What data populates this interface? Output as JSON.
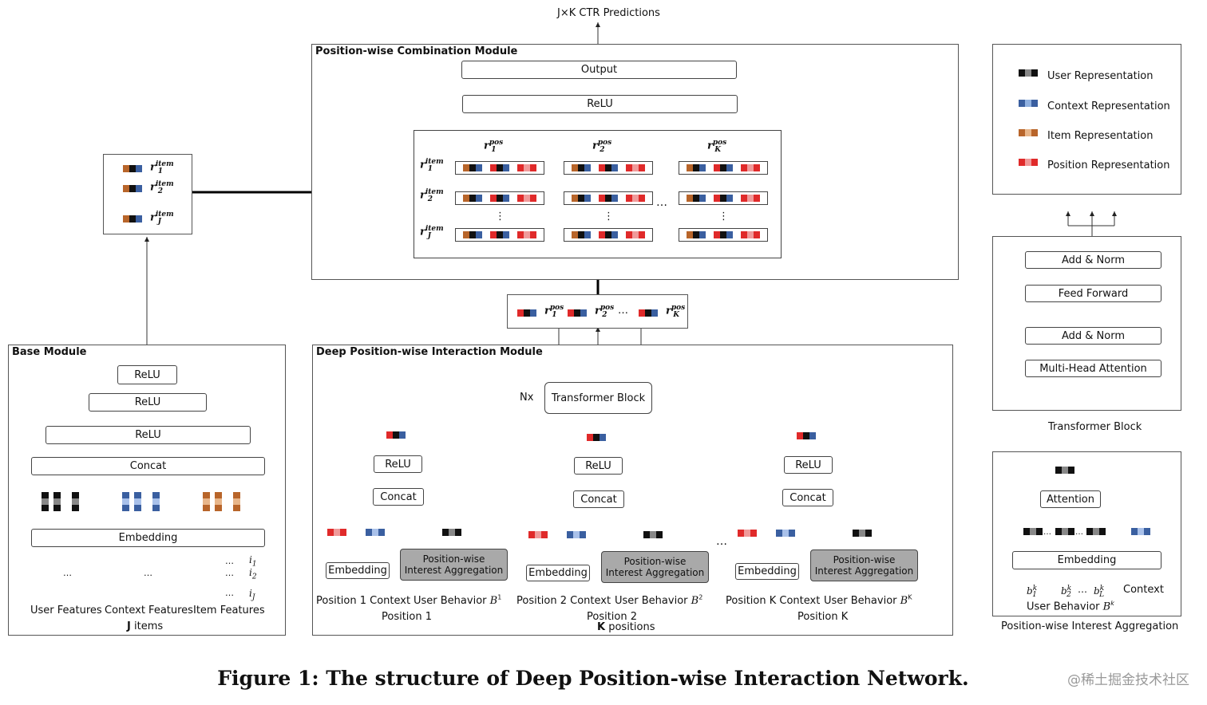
{
  "title_top": "J×K CTR Predictions",
  "combination": {
    "title": "Position-wise Combination Module",
    "output": "Output",
    "relu": "ReLU",
    "dots": "…"
  },
  "base": {
    "title": "Base Module",
    "relu1": "ReLU",
    "relu2": "ReLU",
    "relu3": "ReLU",
    "concat": "Concat",
    "embedding": "Embedding",
    "user_features": "User Features",
    "context_features": "Context Features",
    "item_features": "Item Features",
    "j_items": "J items"
  },
  "deep": {
    "title": "Deep Position-wise Interaction Module",
    "nx": "Nx",
    "transformer": "Transformer Block",
    "relu": "ReLU",
    "concat": "Concat",
    "embedding": "Embedding",
    "agg_line1": "Position-wise",
    "agg_line2": "Interest Aggregation",
    "context": "Context",
    "user_behavior": "User Behavior",
    "positions": [
      {
        "pos_label": "Position 1",
        "position": "Position 1",
        "b": "1"
      },
      {
        "pos_label": "Position 2",
        "position": "Position 2",
        "b": "2"
      },
      {
        "pos_label": "Position K",
        "position": "Position K",
        "b": "K"
      }
    ],
    "k_positions": "K positions",
    "dots": "…"
  },
  "legend": {
    "items": [
      {
        "label": "User Representation",
        "colors": [
          "#111111",
          "#555555",
          "#aaaaaa"
        ]
      },
      {
        "label": "Context Representation",
        "colors": [
          "#3a5fa0",
          "#8fb0e0",
          "#3a5fa0"
        ]
      },
      {
        "label": "Item Representation",
        "colors": [
          "#b8652a",
          "#e8b68a",
          "#b8652a"
        ]
      },
      {
        "label": "Position Representation",
        "colors": [
          "#e02a2a",
          "#f09a9a",
          "#e02a2a"
        ]
      }
    ]
  },
  "transformer_block": {
    "add_norm_top": "Add & Norm",
    "feed_forward": "Feed Forward",
    "add_norm_bottom": "Add & Norm",
    "mha": "Multi-Head Attention",
    "caption": "Transformer Block"
  },
  "aggregation": {
    "attention": "Attention",
    "embedding": "Embedding",
    "context": "Context",
    "user_behavior": "User Behavior",
    "dots": "…",
    "caption": "Position-wise Interest Aggregation"
  },
  "figure_caption": "Figure 1: The structure of Deep Position-wise Interaction Network.",
  "watermark": "@稀土掘金技术社区",
  "colors": {
    "user": "#111111",
    "user_mid": "#888888",
    "context": "#3a5fa0",
    "context_light": "#a9c1ea",
    "item": "#b8652a",
    "item_light": "#e8b68a",
    "position": "#e02a2a",
    "position_light": "#f09a9a",
    "agg_fill": "#a9a9a9"
  }
}
